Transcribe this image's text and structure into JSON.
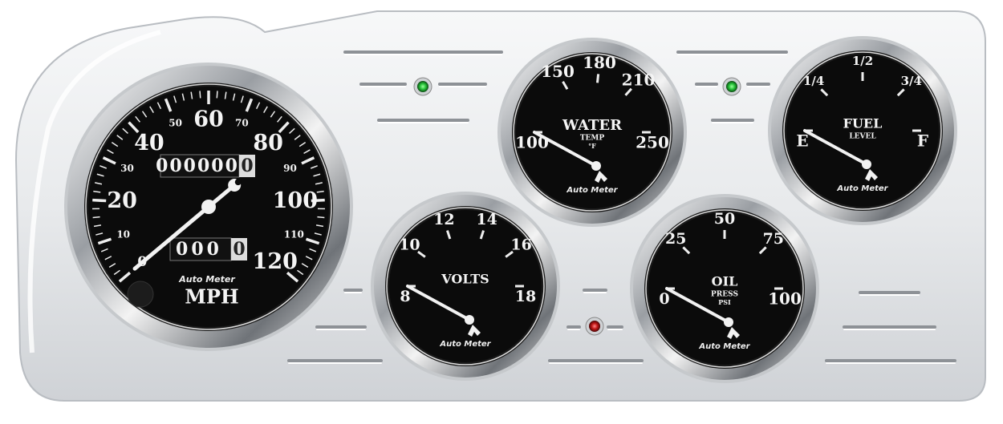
{
  "brand": "Auto Meter",
  "colors": {
    "panel": "#e9ebee",
    "dial": "#0b0b0b",
    "indicator_green": "#27c43a",
    "indicator_red": "#c21818"
  },
  "speedometer": {
    "unit": "MPH",
    "major_labels": [
      "0",
      "20",
      "40",
      "60",
      "80",
      "100",
      "120"
    ],
    "minor_labels": [
      "10",
      "30",
      "50",
      "70",
      "90",
      "110"
    ],
    "min": 0,
    "max": 120,
    "needle_value": 0,
    "odometer": "000000",
    "odometer_last": "0",
    "trip": "000",
    "trip_last": "0"
  },
  "gauges": [
    {
      "id": "water",
      "title": "WATER",
      "subtitle": "TEMP",
      "unit": "°F",
      "labels": [
        "100",
        "150",
        "180",
        "210",
        "250"
      ],
      "label_values": [
        100,
        150,
        180,
        210,
        250
      ],
      "min": 100,
      "max": 250,
      "needle_value": 100
    },
    {
      "id": "fuel",
      "title": "FUEL",
      "subtitle": "LEVEL",
      "unit": "",
      "labels": [
        "E",
        "1/4",
        "1/2",
        "3/4",
        "F"
      ],
      "label_values": [
        0,
        0.25,
        0.5,
        0.75,
        1
      ],
      "min": 0,
      "max": 1,
      "needle_value": 0
    },
    {
      "id": "volts",
      "title": "VOLTS",
      "subtitle": "",
      "unit": "",
      "labels": [
        "8",
        "10",
        "12",
        "14",
        "16",
        "18"
      ],
      "label_values": [
        8,
        10,
        12,
        14,
        16,
        18
      ],
      "min": 8,
      "max": 18,
      "needle_value": 8
    },
    {
      "id": "oil",
      "title": "OIL",
      "subtitle": "PRESS",
      "unit": "PSI",
      "labels": [
        "0",
        "25",
        "50",
        "75",
        "100"
      ],
      "label_values": [
        0,
        25,
        50,
        75,
        100
      ],
      "min": 0,
      "max": 100,
      "needle_value": 0
    }
  ],
  "indicators": [
    {
      "id": "left-indicator",
      "color": "green"
    },
    {
      "id": "right-indicator",
      "color": "green"
    },
    {
      "id": "center-indicator",
      "color": "red"
    }
  ]
}
